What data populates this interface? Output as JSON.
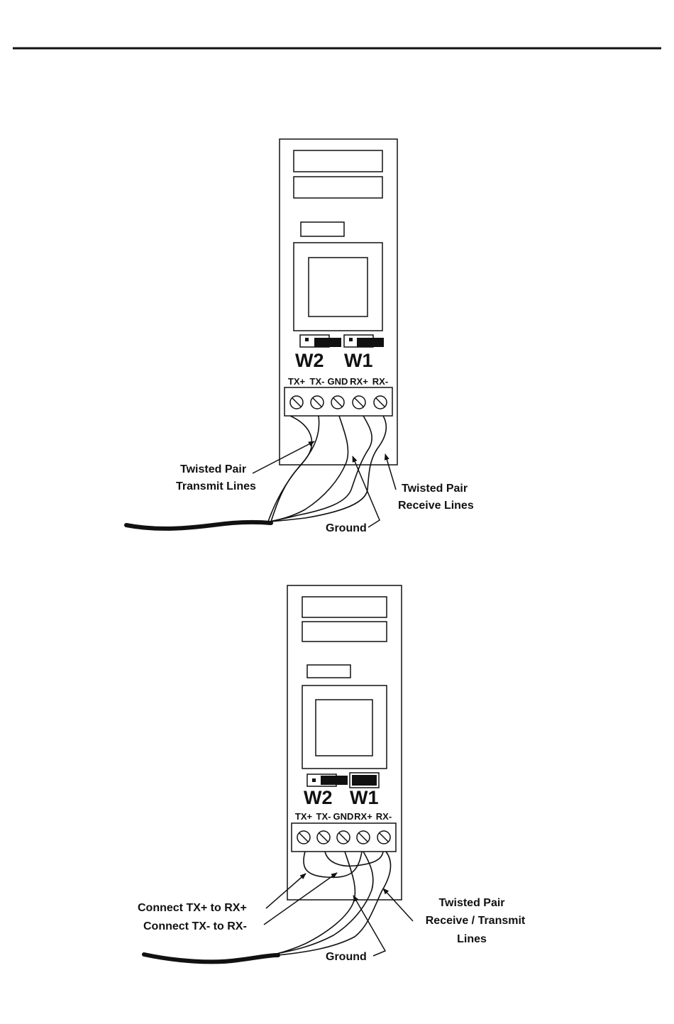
{
  "diagrams": [
    {
      "jumpers": {
        "w2": "W2",
        "w1": "W1"
      },
      "terminals": [
        "TX+",
        "TX-",
        "GND",
        "RX+",
        "RX-"
      ],
      "callouts": {
        "transmit_line1": "Twisted Pair",
        "transmit_line2": "Transmit Lines",
        "receive_line1": "Twisted Pair",
        "receive_line2": "Receive Lines",
        "ground": "Ground"
      }
    },
    {
      "jumpers": {
        "w2": "W2",
        "w1": "W1"
      },
      "terminals": [
        "TX+",
        "TX-",
        "GND",
        "RX+",
        "RX-"
      ],
      "callouts": {
        "connect_1": "Connect TX+ to RX+",
        "connect_2": "Connect TX- to RX-",
        "pair_line1": "Twisted Pair",
        "pair_line2": "Receive / Transmit",
        "pair_line3": "Lines",
        "ground": "Ground"
      }
    }
  ]
}
